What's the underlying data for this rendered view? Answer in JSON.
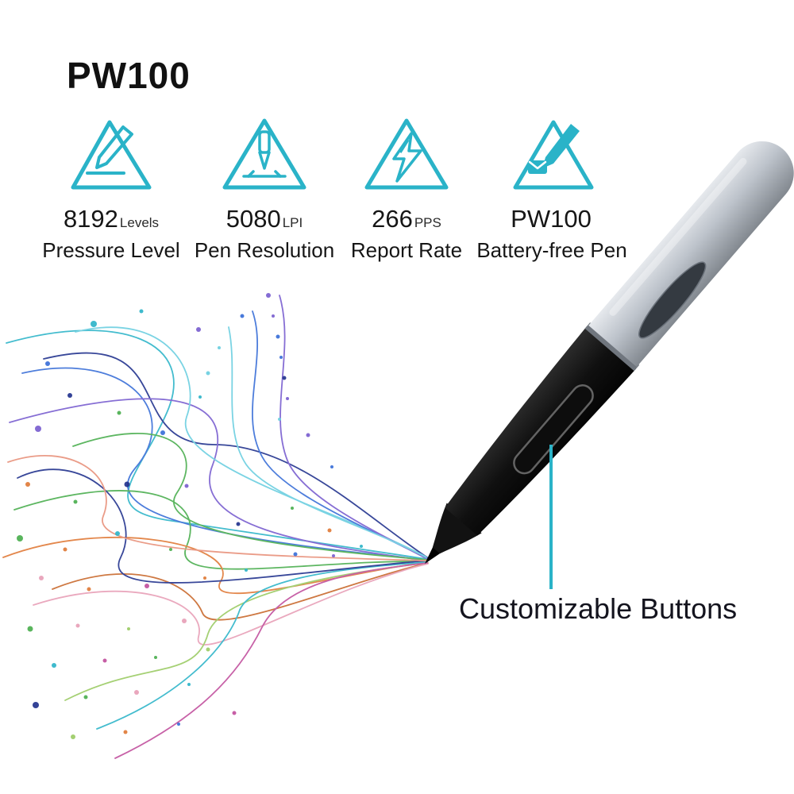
{
  "title": "PW100",
  "specs": [
    {
      "value": "8192",
      "unit": "Levels",
      "label": "Pressure Level",
      "icon": "pressure-pen-triangle-icon"
    },
    {
      "value": "5080",
      "unit": "LPI",
      "label": "Pen Resolution",
      "icon": "pen-resolution-triangle-icon"
    },
    {
      "value": "266",
      "unit": "PPS",
      "label": "Report Rate",
      "icon": "lightning-triangle-icon"
    },
    {
      "value": "PW100",
      "unit": "",
      "label": "Battery-free Pen",
      "icon": "battery-free-pen-triangle-icon"
    }
  ],
  "callout": {
    "label": "Customizable Buttons"
  },
  "colors": {
    "accent_teal": "#2ab3c8",
    "text_dark": "#161616",
    "pen_silver": "#b6bcc4",
    "pen_black": "#161616",
    "swirl_palette": [
      "#2fb5c9",
      "#3a6fd8",
      "#23348f",
      "#7a5fd0",
      "#4caf50",
      "#9ccc65",
      "#e07b39",
      "#e8927c",
      "#e8a0b8",
      "#c2519e"
    ]
  }
}
